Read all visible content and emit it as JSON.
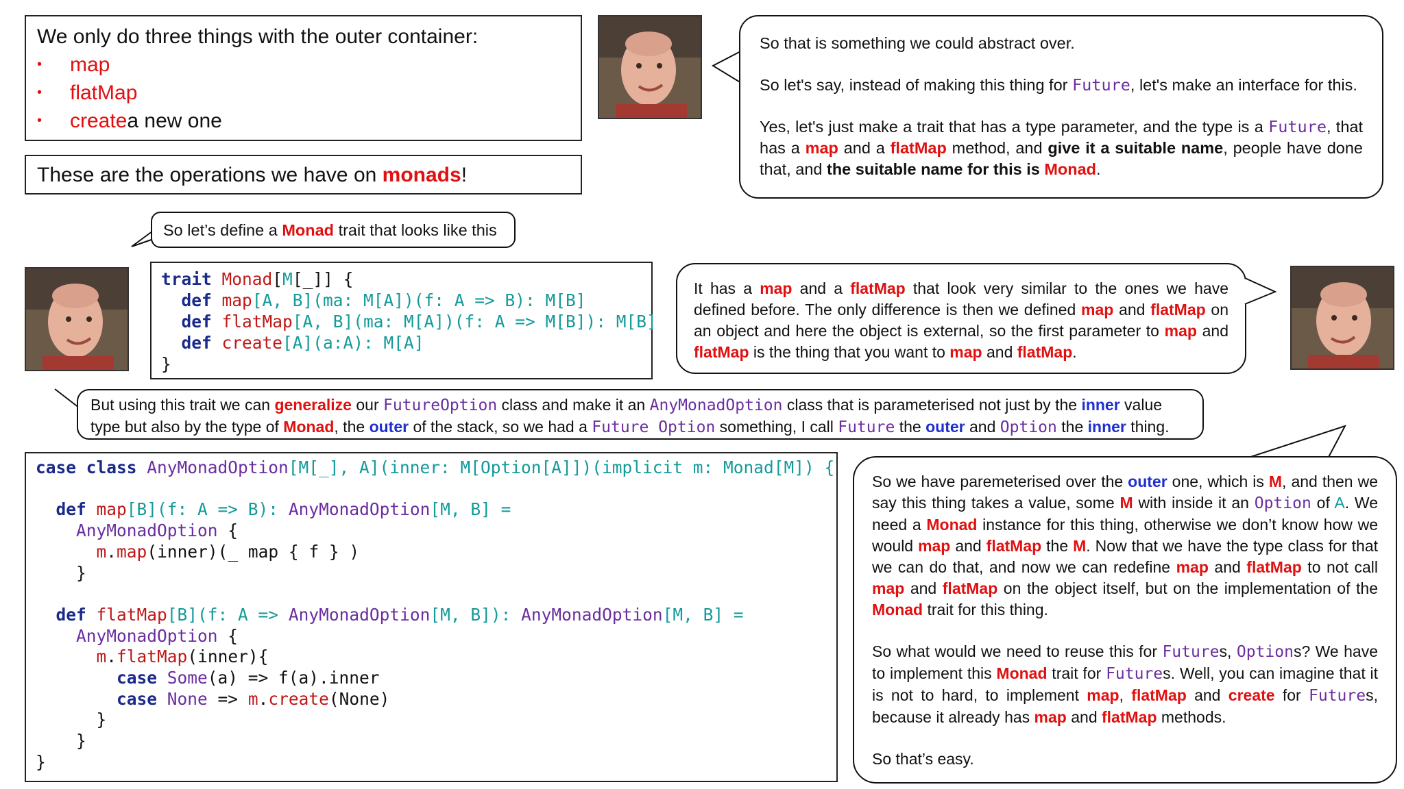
{
  "intro": {
    "heading": "We only do three things with the outer container:",
    "items": [
      {
        "main": "map",
        "rest": ""
      },
      {
        "main": "flatMap",
        "rest": ""
      },
      {
        "main": "create",
        "rest": " a new one"
      }
    ],
    "bullet": "•"
  },
  "ops": {
    "prefix": "These are the operations we have on ",
    "highlight": "monads",
    "suffix": "!"
  },
  "bubble_define": {
    "prefix": "So let’s define a ",
    "highlight": "Monad",
    "suffix": " trait that looks like this"
  },
  "bubble_abstract": {
    "p1": "So that is something we could abstract over.",
    "p2": {
      "a": "So let's say, instead of making this thing for ",
      "b": "Future",
      "c": ", let's make an interface for this."
    },
    "p3": {
      "a": "Yes, let's just make a trait that has a type parameter, and the type is a ",
      "b": "Future",
      "c": ", that has a ",
      "d": "map",
      "e": " and a ",
      "f": "flatMap",
      "g": " method, and ",
      "h": "give it a suitable name",
      "i": ", people have done that, and ",
      "j": "the suitable name for this is ",
      "k": "Monad",
      "l": "."
    }
  },
  "trait_code": {
    "l1": {
      "kw": "trait ",
      "name": "Monad",
      "rest1": "[",
      "ty": "M",
      "rest2": "[_]] {"
    },
    "l2": {
      "kw": "def ",
      "fn": "map",
      "rest": "[A, B](ma: M[A])(f: A => B): M[B]"
    },
    "l3": {
      "kw": "def ",
      "fn": "flatMap",
      "rest": "[A, B](ma: M[A])(f: A => M[B]): M[B]"
    },
    "l4": {
      "kw": "def ",
      "fn": "create",
      "rest": "[A](a:A): M[A]"
    },
    "l5": "}"
  },
  "bubble_similar": {
    "a": "It has a ",
    "b": "map",
    "c": " and a ",
    "d": "flatMap",
    "e": " that look very similar to the ones we have defined before. The only difference is then we defined ",
    "f": "map",
    "g": " and ",
    "h": "flatMap",
    "i": " on an object and here the object is external, so the first parameter to ",
    "j": "map",
    "k": " and ",
    "l": "flatMap",
    "m": " is the thing that you want to ",
    "n": "map",
    "o": " and ",
    "p": "flatMap",
    "q": "."
  },
  "bubble_generalize": {
    "a": "But using this trait we can ",
    "b": "generalize",
    "c": " our ",
    "d": "FutureOption",
    "e": " class and make it an ",
    "f": "AnyMonadOption",
    "g": " class that is parameterised not just by the ",
    "h": "inner",
    "i": " value type but also by the type of ",
    "j": "Monad",
    "k": ", the ",
    "l": "outer",
    "m": " of the stack, so we had a ",
    "n": "Future Option",
    "o": " something, I call ",
    "p": "Future",
    "q": " the ",
    "r": "outer",
    "s": " and ",
    "t": "Option",
    "u": " the ",
    "v": "inner",
    "w": " thing."
  },
  "case_code": {
    "l1": {
      "kw": "case class ",
      "cls": "AnyMonadOption",
      "rest": "[M[_], A](inner: M[Option[A]])(implicit m: Monad[M]) {"
    },
    "l3": {
      "kw": "def ",
      "fn": "map",
      "rest1": "[B](f: A => B): ",
      "cls": "AnyMonadOption",
      "rest2": "[M, B] ="
    },
    "l4": {
      "cls": "AnyMonadOption",
      "rest": " {"
    },
    "l5": {
      "obj": "m",
      "dot": ".",
      "fn": "map",
      "rest": "(inner)(_ map { f } )"
    },
    "l6": "}",
    "l8": {
      "kw": "def ",
      "fn": "flatMap",
      "rest1": "[B](f: A => ",
      "cls1": "AnyMonadOption",
      "rest2": "[M, B]): ",
      "cls2": "AnyMonadOption",
      "rest3": "[M, B] ="
    },
    "l9": {
      "cls": "AnyMonadOption",
      "rest": " {"
    },
    "l10": {
      "obj": "m",
      "dot": ".",
      "fn": "flatMap",
      "rest": "(inner){"
    },
    "l11": {
      "kw": "case ",
      "cls": "Some",
      "rest": "(a) => f(a).inner"
    },
    "l12": {
      "kw": "case ",
      "cls": "None",
      "rest1": " => ",
      "obj": "m",
      "dot": ".",
      "fn": "create",
      "rest2": "(None)"
    },
    "l13": "}",
    "l14": "}",
    "l15": "}"
  },
  "bubble_param": {
    "p1": {
      "a": "So we have paremeterised over the ",
      "b": "outer",
      "c": " one, which is ",
      "d": "M",
      "e": ", and then we say this thing takes a value, some ",
      "f": "M",
      "g": " with inside it an ",
      "h": "Option",
      "i": " of ",
      "j": "A",
      "k": ".  We need a ",
      "l": "Monad",
      "m": " instance for this thing, otherwise we don’t know how we would ",
      "n": "map",
      "o": " and ",
      "p": "flatMap",
      "q": " the ",
      "r": "M",
      "s": ".  Now that we have the type class for that we can do that, and now we can redefine ",
      "t": "map",
      "u": " and ",
      "v": "flatMap",
      "w": " to not call ",
      "x": "map",
      "y": " and ",
      "z": "flatMap",
      "aa": " on the object itself, but on the implementation of the ",
      "bb": "Monad",
      "cc": " trait for this thing."
    },
    "p2": {
      "a": "So what would we need to reuse this for ",
      "b": "Future",
      "c": "s, ",
      "d": "Option",
      "e": "s? We have to implement this ",
      "f": "Monad",
      "g": " trait for ",
      "h": "Future",
      "i": "s. Well, you can imagine that it is not to hard, to implement ",
      "j": "map",
      "k": ", ",
      "l": "flatMap",
      "m": " and ",
      "n": "create",
      "o": " for ",
      "p": "Future",
      "q": "s, because it already has ",
      "r": "map",
      "s": " and ",
      "t": "flatMap",
      "u": " methods."
    },
    "p3": "So that’s easy."
  },
  "colors": {
    "highlight_red": "#e01010",
    "highlight_purple": "#6a2ea0",
    "highlight_blue": "#1e2fd0"
  },
  "icons": [
    "speaker-avatar"
  ]
}
